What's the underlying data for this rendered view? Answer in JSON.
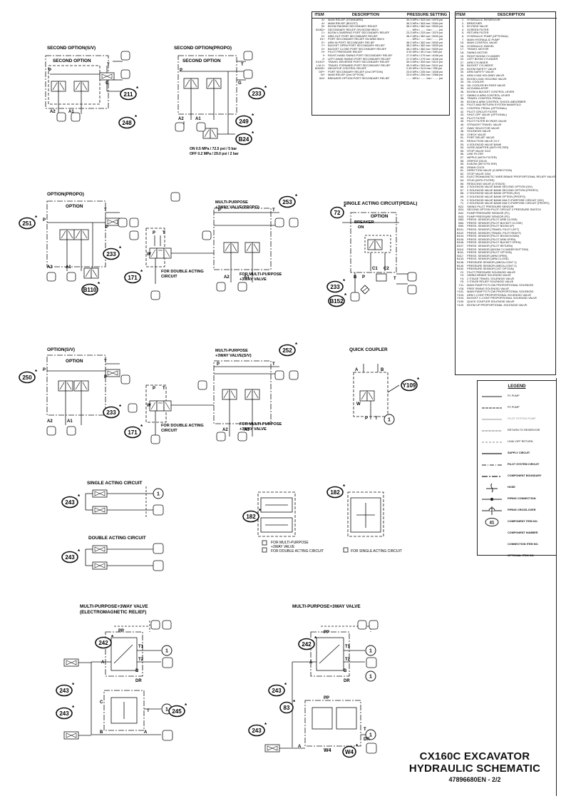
{
  "pressure_table": {
    "headers": [
      "ITEM",
      "DESCRIPTION",
      "PRESSURE SETTING"
    ],
    "rows": [
      [
        "A+",
        "MAIN RELIEF (STANDARD)",
        "34.3 MPa / 343 bar / 4975 psi"
      ],
      [
        "A+",
        "MAIN RELIEF (BOOST)",
        "36.3 MPa / 363 bar / 5264 psi"
      ],
      [
        "B+",
        "BOOM RAISING SECONDARY RELIEF",
        "38.2 MPa / 382 bar / 5539 psi"
      ],
      [
        "B1/B2+",
        "SECONDARY RELIEF ON BOOM HBCV",
        "....... MPa / ....... bar / ....... psi"
      ],
      [
        "C+",
        "BOOM LOWERING PORT SECONDARY RELIEF",
        "23.3 MPa / 233 bar / 3379 psi"
      ],
      [
        "D+",
        "ARM OUT PORT SECONDARY RELIEF",
        "38.2 MPa / 382 bar / 5539 psi"
      ],
      [
        "D1+",
        "PORT SECONDARY RELIEF ON ARM HBCV",
        "....... MPa / ....... bar / ....... psi"
      ],
      [
        "E+",
        "ARM IN PORT SECONDARY RELIEF",
        "38.2 MPa / 382 bar / 5539 psi"
      ],
      [
        "F+",
        "BUCKET OPEN PORT SECONDARY RELIEF",
        "38.2 MPa / 382 bar / 5539 psi"
      ],
      [
        "G+",
        "BUCKET CLOSE PORT SECONDARY RELIEF",
        "38.2 MPa / 382 bar / 5539 psi"
      ],
      [
        "H+",
        "PILOT PRESSURE RELIEF",
        "3.92 MPa / 39.2 bar / 569 psi"
      ],
      [
        "I+",
        "RIGHT-HAND SWING PORT SECONDARY RELIEF",
        "27.9 MPa / 279 bar / 4046 psi"
      ],
      [
        "J+",
        "LEFT-HAND SWING PORT SECONDARY RELIEF",
        "27.9 MPa / 279 bar / 4046 psi"
      ],
      [
        "K1/K2+",
        "TRAVEL REVERSE PORT SECONDARY RELIEF",
        "35.3 MPa / 353 bar / 5119 psi"
      ],
      [
        "L1/L2+",
        "TRAVEL FORWARD PORT SECONDARY RELIEF",
        "35.3 MPa / 353 bar / 5119 psi"
      ],
      [
        "M1/M2+",
        "NEGATIVE CONTROL RELIEF",
        "2.45 MPa / 24.5 bar / 355 psi"
      ],
      [
        "O/P+",
        "PORT SECONDARY RELIEF (2nd OPTION)",
        "23.5 MPa / 235 bar / 3408 psi"
      ],
      [
        "W+",
        "MAIN RELIEF (2nd OPTION)",
        "20.6 MPa / 206 bar / 2988 psi"
      ],
      [
        "W4+",
        "BREAKER OPTION PORT SECONDARY RELIEF",
        "....... MPa / ....... bar / ....... psi"
      ]
    ]
  },
  "item_table": {
    "headers": [
      "ITEM",
      "DESCRIPTION"
    ],
    "rows": [
      [
        "1.",
        "HYDRAULIC RESERVOIR"
      ],
      [
        "2.",
        "BREATHER"
      ],
      [
        "3.",
        "BY-PASS VALVE"
      ],
      [
        "4.",
        "SCREEN FILTER"
      ],
      [
        "5.",
        "RETURN FILTER"
      ],
      [
        "6.",
        "HYDRAULIC PUMP (OPTIONAL)"
      ],
      [
        "7.",
        "MAIN HYDRAULIC PUMP"
      ],
      [
        "15.",
        "MAIN CONTROL VALVE"
      ],
      [
        "16.",
        "HYDRAULIC SWIVEL"
      ],
      [
        "17.",
        "TRAVEL MOTOR"
      ],
      [
        "18.",
        "SWING MOTOR"
      ],
      [
        "19.",
        "RIGHT BOOM CYLINDER"
      ],
      [
        "20.",
        "LEFT BOOM CYLINDER"
      ],
      [
        "27.",
        "ARM CYLINDER"
      ],
      [
        "28.",
        "BUCKET CYLINDER"
      ],
      [
        "29.",
        "BOOM SAFETY VALVE"
      ],
      [
        "30.",
        "ARM SAFETY VALVE"
      ],
      [
        "31.",
        "ARM LOAD HOLDING VALVE"
      ],
      [
        "32.",
        "BOOM LOAD HOLDING VALVE"
      ],
      [
        "33.",
        "OIL COOLER"
      ],
      [
        "34.",
        "OIL COOLER BY-PASS VALVE"
      ],
      [
        "35.",
        "ACCUMULATOR"
      ],
      [
        "36.",
        "BOOM & BUCKET CONTROL LEVER"
      ],
      [
        "37.",
        "SWING & ARM CONTROL LEVER"
      ],
      [
        "38.",
        "TRAVEL CONTROL PEDAL"
      ],
      [
        "39.",
        "BOOM & ARM CONTROL SHOCK ABSORBER"
      ],
      [
        "40.",
        "PILOT AND RETURN SYSTEM MANIFOLD"
      ],
      [
        "41.",
        "CONTROL PEDAL (OPTIONAL)"
      ],
      [
        "42.",
        "PILOT CIRCUIT FILTER"
      ],
      [
        "43.",
        "SHUT-OFF VALVE (OPTIONAL)"
      ],
      [
        "44.",
        "PILOT FILTER"
      ],
      [
        "45.",
        "PILOT FILTER BY-PASS VALVE"
      ],
      [
        "46.",
        "STRAIGHT TRAVEL VALVE"
      ],
      [
        "47.",
        "2WAY SELECTOR VALVE"
      ],
      [
        "48.",
        "SOLENOID VALVE"
      ],
      [
        "50.",
        "CHECK VALVE"
      ],
      [
        "51.",
        "PORT RELIEF VALVE"
      ],
      [
        "52.",
        "REDUCTION VALVE 24 V"
      ],
      [
        "53.",
        "4 SOLENOID VALVE BANK"
      ],
      [
        "54.",
        "HOSE ADAPTER (WITH FILTER)"
      ],
      [
        "55.",
        "STOP VALVE G1/2"
      ],
      [
        "56.",
        "LINE FILTER"
      ],
      [
        "57.",
        "NIPPLE (WITH FILTER)"
      ],
      [
        "58.",
        "ORIFICE (D0.8)"
      ],
      [
        "59.",
        "ELBOW (WITH FILTER)"
      ],
      [
        "60.",
        "DRAIN COCK"
      ],
      [
        "61.",
        "DIRECTION VALVE (2-DIRECTION)"
      ],
      [
        "62.",
        "STOP VALVE G3/4"
      ],
      [
        "63.",
        "ELECTROMAGNETIC WIRE BRAKE PROPORTIONAL RELIEF VALVE"
      ],
      [
        "64.",
        "STUD (WITH FILTER)"
      ],
      [
        "65.",
        "REDUCING VALVE (3 STACK)"
      ],
      [
        "66.",
        "2 SOLENOID VALVE BANK SECOND OPTION (S/V)"
      ],
      [
        "67.",
        "2 SOLENOID VALVE BANK SECOND OPTION (PROPO)"
      ],
      [
        "68.",
        "2 SOLENOID VALVE BANK OPTION (S/V)"
      ],
      [
        "69.",
        "2 SOLENOID VALVE BANK OPTION (PROPO)"
      ],
      [
        "70.",
        "2 SOLENOID VALVE BANK MULTI-PURPOSE CIRCUIT (S/V)"
      ],
      [
        "71.",
        "2 SOLENOID VALVE BANK MULTI-PURPOSE CIRCUIT (PROPO)"
      ],
      [
        "B22.",
        "SWING PILOT PRESSURE SENSOR"
      ],
      [
        "B24.",
        "SECOND OPTION PILOT CIRCUIT 2 PRESSURE SWITCH"
      ],
      [
        "B42.",
        "PUMP PRESSURE SENSOR (P1)"
      ],
      [
        "B43.",
        "PUMP PRESSURE SENSOR (P2)"
      ],
      [
        "B83.",
        "PRESS. SENSOR (PILOT ARM CLOSE)"
      ],
      [
        "B84.",
        "PRESS. SENSOR (PILOT BUCKET CLOSE)"
      ],
      [
        "B90.",
        "PRESS. SENSOR (PILOT BOOM UP)"
      ],
      [
        "B101.",
        "PRESS. SENSOR (TRAVEL PILOT LEFT)"
      ],
      [
        "B102.",
        "PRESS. SENSOR (TRAVEL PILOT RIGHT)"
      ],
      [
        "B104.",
        "PRESS. SENSOR (PILOT BOOM DOWN)"
      ],
      [
        "B105.",
        "PRESS. SENSOR (PILOT ARM OPEN)"
      ],
      [
        "B106.",
        "PRESS. SENSOR (PILOT BUCKET OPEN)"
      ],
      [
        "B107.",
        "PRESS. SENSOR (PILOT RETURN)"
      ],
      [
        "B110.",
        "PRESS. SENSOR (BOOM CYLINDER BOTTOM)"
      ],
      [
        "B111.",
        "PRESS. SENSOR (PILOT OPTION)"
      ],
      [
        "B117.",
        "PRESS. SENSOR (ARM OPEN)"
      ],
      [
        "B133.",
        "PRESS. SENSOR (ARM CLOSE)"
      ],
      [
        "B136.",
        "PRESSURE SENSOR (MEGA-CONT 1)"
      ],
      [
        "B140.",
        "PRESSURE SENSOR (MEGA-CONT 2)"
      ],
      [
        "B152.",
        "PRESSURE SENSOR (1ST OPTION)"
      ],
      [
        "Y2.",
        "PILOT PRESSURE SOLENOID VALVE"
      ],
      [
        "Y3.",
        "SWING BRAKE SOLENOID VALVE"
      ],
      [
        "Y4.",
        "2 STAGE TRAVEL SOLENOID VALVE"
      ],
      [
        "Y5.",
        "2 STAGE RELIEF SOLENOID VALVE"
      ],
      [
        "Y11.",
        "MAIN PUMP P2 FLOW PROPORTIONAL SOLENOID"
      ],
      [
        "Y18.",
        "FREE SWING SOLENOID VALVE"
      ],
      [
        "Y101.",
        "MAIN PUMP P2 FLOW PROPORTIONAL SOLENOID"
      ],
      [
        "Y103.",
        "ARM 1 CONT PROPORTIONAL SOLENOID VALVE"
      ],
      [
        "Y104.",
        "BUCKET C-CONT PROPORTIONAL SOLENOID VALVE"
      ],
      [
        "Y109.",
        "QUICK COUPLER SOLENOID VALVE"
      ],
      [
        "Y120.",
        "BOOM UP PROPORTIONAL SOLENOID VALVE"
      ]
    ]
  },
  "legend": {
    "title": "LEGEND",
    "items": [
      "P1 PUMP",
      "P2 PUMP",
      "PILOT SYSTEM PUMP",
      "RETURN TO RESERVOIR",
      "LEAK-OFF RETURN",
      "SUPPLY CIRCUIT",
      "PILOT SYSTEM CIRCUIT",
      "COMPONENT BOUNDARY",
      "HOSE",
      "PIPING CONNECTION",
      "PIPING CROSS-OVER",
      "COMPONENT ITEM NO.",
      "COMPONENT NUMBER",
      "CONNECTION ITEM NO.",
      "OPTIONAL ITEM NO."
    ],
    "component_item_no": "41"
  },
  "sections": {
    "second_option_sv": "SECOND OPTION(S/V)",
    "second_option_propo": "SECOND OPTION(PROPO)",
    "second_option": "SECOND OPTION",
    "option_propo": "OPTION(PROPO)",
    "option": "OPTION",
    "multi_purpose_propo": "MULTI-PURPOSE\n+3WAY VALVE(PROPO)",
    "single_acting_pedal": "SINGLE ACTING CIRCUIT(PEDAL)",
    "breaker_on": "BREAKER\nON",
    "option_sv": "OPTION(S/V)",
    "multi_purpose_sv": "MULTI-PURPOSE\n+3WAY VALVE(S/V)",
    "quick_coupler": "QUICK COUPLER",
    "single_acting_circuit": "SINGLE ACTING CIRCUIT",
    "double_acting_circuit": "DOUBLE ACTING CIRCUIT",
    "double_acting_circuit_multi": "FOR DOUBLE ACTING\nCIRCUIT",
    "for_multi_purpose_valve": "FOR MULTI-PURPOSE\n+3WAY VALVE",
    "for_single_acting": "FOR SINGLE ACTING CIRCUIT",
    "for_multi_purpose_check": "FOR MULTI-PURPOSE\n+3WAY VALVE",
    "for_double_acting_check": "FOR DOUBLE ACTING CIRCUIT",
    "mp_em_relief": "MULTI-PURPOSE+3WAY VALVE\n(ELECTROMAGNETIC RELIEF)",
    "mp_3way": "MULTI-PURPOSE+3WAY VALVE",
    "switch_on": "ON  0.5 MPa / 72.5 psi / 5 bar",
    "switch_off": "OFF 0.2 MPa / 29.0 psi / 2 bar"
  },
  "callouts": [
    "211",
    "233",
    "248",
    "249",
    "B24",
    "251",
    "233",
    "B110",
    "171",
    "253",
    "72",
    "233",
    "B152",
    "250",
    "233",
    "171",
    "252",
    "Y109",
    "243",
    "243",
    "182",
    "182",
    "242",
    "243",
    "243",
    "245",
    "242",
    "243",
    "83",
    "W4",
    "243"
  ],
  "title": {
    "line1": "CX160C EXCAVATOR",
    "line2": "HYDRAULIC SCHEMATIC",
    "doc_no": "47896680EN - 2/2"
  }
}
